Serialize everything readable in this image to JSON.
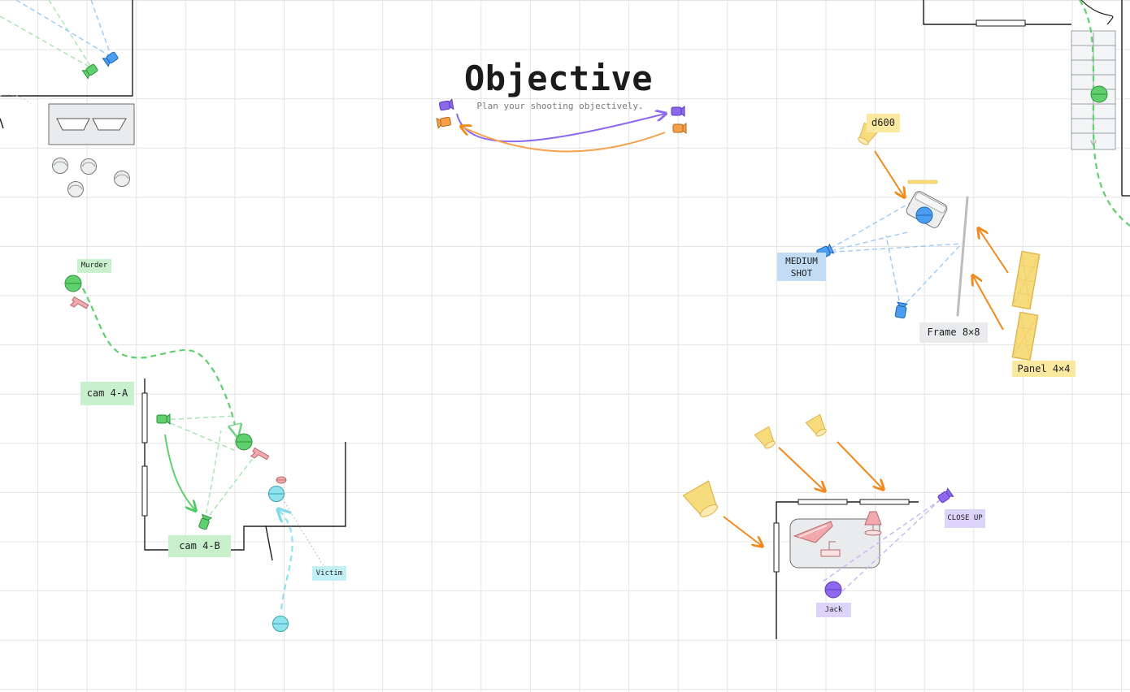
{
  "header": {
    "title": "Objective",
    "subtitle": "Plan your shooting objectively."
  },
  "labels": {
    "murder": "Murder",
    "cam_4a": "cam 4-A",
    "cam_4b": "cam 4-B",
    "victim": "Victim",
    "d600": "d600",
    "medium_shot": "MEDIUM SHOT",
    "frame": "Frame 8×8",
    "panel": "Panel 4×4",
    "close_up": "CLOSE UP",
    "jack": "Jack"
  },
  "colors": {
    "green": "#5fd06d",
    "blue": "#4a9df0",
    "cyan": "#8fe3ec",
    "purple": "#8e67ef",
    "orange": "#f59a3a",
    "yellow": "#f7dc7e",
    "pink": "#f2a9ad",
    "wall": "#1e1e1e"
  },
  "icons": [
    "camera-icon",
    "actor-icon",
    "gun-icon",
    "light-icon",
    "panel-icon",
    "table-icon",
    "lamp-icon",
    "chair-icon"
  ]
}
